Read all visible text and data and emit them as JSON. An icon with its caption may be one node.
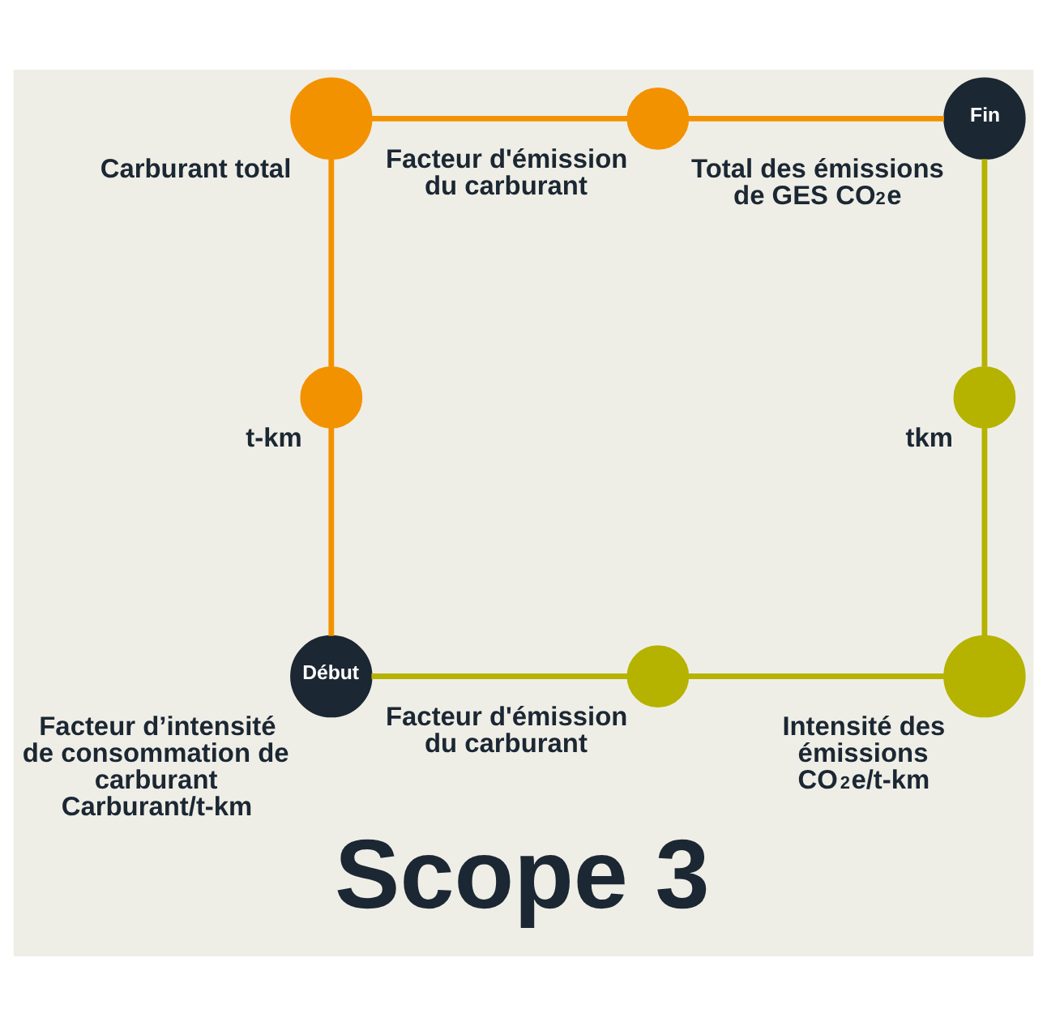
{
  "diagram": {
    "title": "Scope 3",
    "nodes": [
      {
        "text": [],
        "shape": "circle",
        "beside": [
          "Carburant total"
        ]
      },
      {
        "text": [],
        "shape": "circle",
        "beside": [
          "Facteur d'émission du carburant"
        ]
      },
      {
        "text": [
          "Fin"
        ],
        "beside": [
          "Total des émissions de GES CO$_{2}$e"
        ]
      },
      {
        "text": [],
        "shape": "circle",
        "beside": [
          "t-km"
        ]
      },
      {
        "text": [],
        "shape": "circle",
        "beside": [
          "tkm"
        ]
      },
      {
        "text": [
          "Début"
        ],
        "beside": [
          "Facteur d’intensité de consommation de carburant Carburant/t-km"
        ]
      },
      {
        "text": [],
        "shape": "circle",
        "beside": [
          "Facteur d'émission du carburant"
        ]
      },
      {
        "text": [],
        "shape": "circle",
        "beside": [
          "Intensité des émissions CO$_{2}$e/t-km"
        ]
      }
    ],
    "edges": [
      {
        "from": 5,
        "to": 3,
        "arrow": "none",
        "color": "#f39200"
      },
      {
        "from": 3,
        "to": 0,
        "arrow": "none",
        "color": "#f39200"
      },
      {
        "from": 0,
        "to": 1,
        "arrow": "none",
        "color": "#f39200"
      },
      {
        "from": 1,
        "to": 2,
        "arrow": "none",
        "color": "#f39200"
      },
      {
        "from": 5,
        "to": 6,
        "arrow": "none",
        "color": "#b5b300"
      },
      {
        "from": 6,
        "to": 7,
        "arrow": "none",
        "color": "#b5b300"
      },
      {
        "from": 7,
        "to": 4,
        "arrow": "none",
        "color": "#b5b300"
      },
      {
        "from": 4,
        "to": 2,
        "arrow": "none",
        "color": "#b5b300"
      }
    ]
  }
}
